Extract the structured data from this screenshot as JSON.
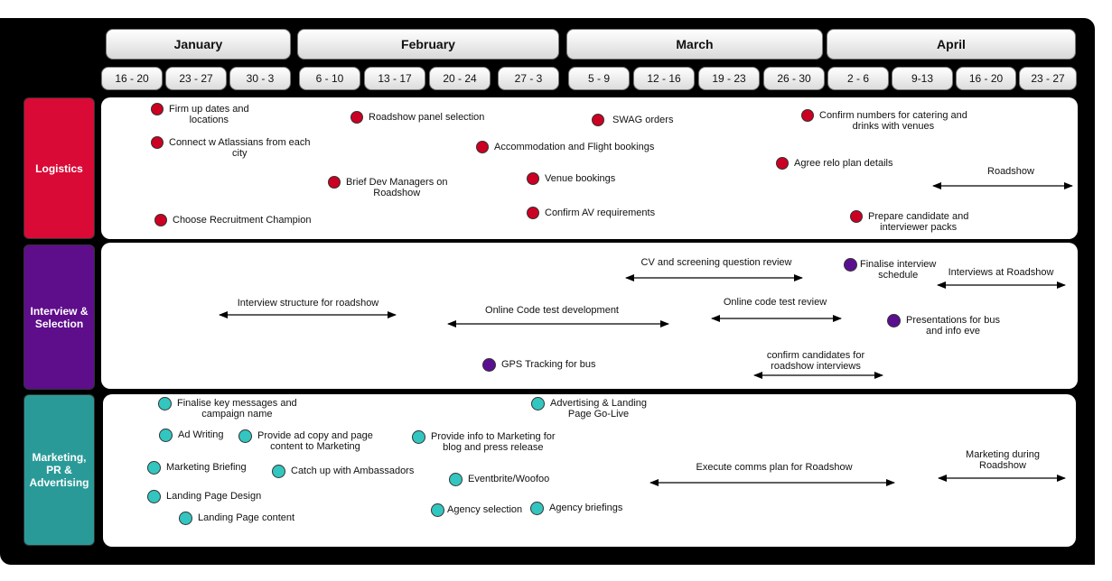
{
  "months": [
    {
      "label": "January"
    },
    {
      "label": "February"
    },
    {
      "label": "March"
    },
    {
      "label": "April"
    }
  ],
  "weeks": [
    {
      "label": "16 - 20"
    },
    {
      "label": "23 - 27"
    },
    {
      "label": "30 - 3"
    },
    {
      "label": "6 - 10"
    },
    {
      "label": "13 - 17"
    },
    {
      "label": "20 - 24"
    },
    {
      "label": "27 - 3"
    },
    {
      "label": "5 - 9"
    },
    {
      "label": "12 - 16"
    },
    {
      "label": "19 - 23"
    },
    {
      "label": "26 - 30"
    },
    {
      "label": "2 - 6"
    },
    {
      "label": "9-13"
    },
    {
      "label": "16 - 20"
    },
    {
      "label": "23 - 27"
    }
  ],
  "lanes": [
    {
      "label": "Logistics",
      "color": "#d90a36"
    },
    {
      "label": "Interview & Selection",
      "color": "#5e0d8b"
    },
    {
      "label": "Marketing, PR & Advertising",
      "color": "#2a9a98"
    }
  ],
  "colors": {
    "logistics_dot": "#cc0022",
    "interview_dot": "#5a0f90",
    "marketing_dot": "#33c6c0"
  },
  "logistics": [
    {
      "text": "Firm up dates and\nlocations"
    },
    {
      "text": "Connect w Atlassians from each\ncity"
    },
    {
      "text": "Choose Recruitment Champion"
    },
    {
      "text": "Brief Dev Managers on\nRoadshow"
    },
    {
      "text": "Roadshow panel selection"
    },
    {
      "text": "Accommodation and Flight bookings"
    },
    {
      "text": "Venue bookings"
    },
    {
      "text": "Confirm AV requirements"
    },
    {
      "text": "SWAG orders"
    },
    {
      "text": "Confirm numbers for catering and\ndrinks with venues"
    },
    {
      "text": "Agree relo plan details"
    },
    {
      "text": "Prepare candidate and\ninterviewer packs"
    }
  ],
  "logistics_arrows": [
    {
      "text": "Roadshow"
    }
  ],
  "interview": [
    {
      "text": "GPS Tracking for bus"
    },
    {
      "text": "Finalise interview\nschedule"
    },
    {
      "text": "Presentations for bus\nand info eve"
    }
  ],
  "interview_arrows": [
    {
      "text": "Interview structure for roadshow"
    },
    {
      "text": "Online Code test development"
    },
    {
      "text": "CV and screening question review"
    },
    {
      "text": "Online code test review"
    },
    {
      "text": "confirm candidates for\nroadshow interviews"
    },
    {
      "text": "Interviews at Roadshow"
    }
  ],
  "marketing": [
    {
      "text": "Finalise key messages and\ncampaign name"
    },
    {
      "text": "Ad Writing"
    },
    {
      "text": "Provide ad copy and page\ncontent to Marketing"
    },
    {
      "text": "Marketing Briefing"
    },
    {
      "text": "Catch up with Ambassadors"
    },
    {
      "text": "Landing Page Design"
    },
    {
      "text": "Landing Page content"
    },
    {
      "text": "Provide info to Marketing for\nblog and press release"
    },
    {
      "text": "Advertising & Landing\nPage Go-Live"
    },
    {
      "text": "Eventbrite/Woofoo"
    },
    {
      "text": "Agency selection"
    },
    {
      "text": "Agency briefings"
    }
  ],
  "marketing_arrows": [
    {
      "text": "Execute comms plan for Roadshow"
    },
    {
      "text": "Marketing during\nRoadshow"
    }
  ]
}
